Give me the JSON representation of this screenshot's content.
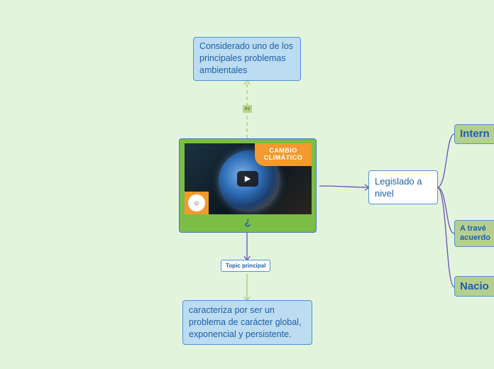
{
  "colors": {
    "background": "#e3f4dc",
    "topic_fill": "#bcdcf2",
    "topic_text": "#1f5ea8",
    "center_fill": "#7bbd45",
    "branch_fill": "#b5cf8e",
    "link_purple": "#6750b8",
    "link_green": "#9bcf6f"
  },
  "top_note": {
    "text": "Considerado uno de los principales problemas ambientales",
    "link_label": "es"
  },
  "center": {
    "video_badge": "CAMBIO CLIMÁTICO",
    "play_icon": "play-icon",
    "mascot_icon": "smiling-face-icon",
    "title": "¿"
  },
  "bottom_link": {
    "label": "Topic principal"
  },
  "bottom_note": {
    "text": "caracteriza por ser un problema de carácter global, exponencial y persistente."
  },
  "right_topic": {
    "text": "Legislado a nivel"
  },
  "branches": [
    {
      "text": "Intern"
    },
    {
      "text": "A travé acuerdo"
    },
    {
      "text": "Nacio"
    }
  ]
}
